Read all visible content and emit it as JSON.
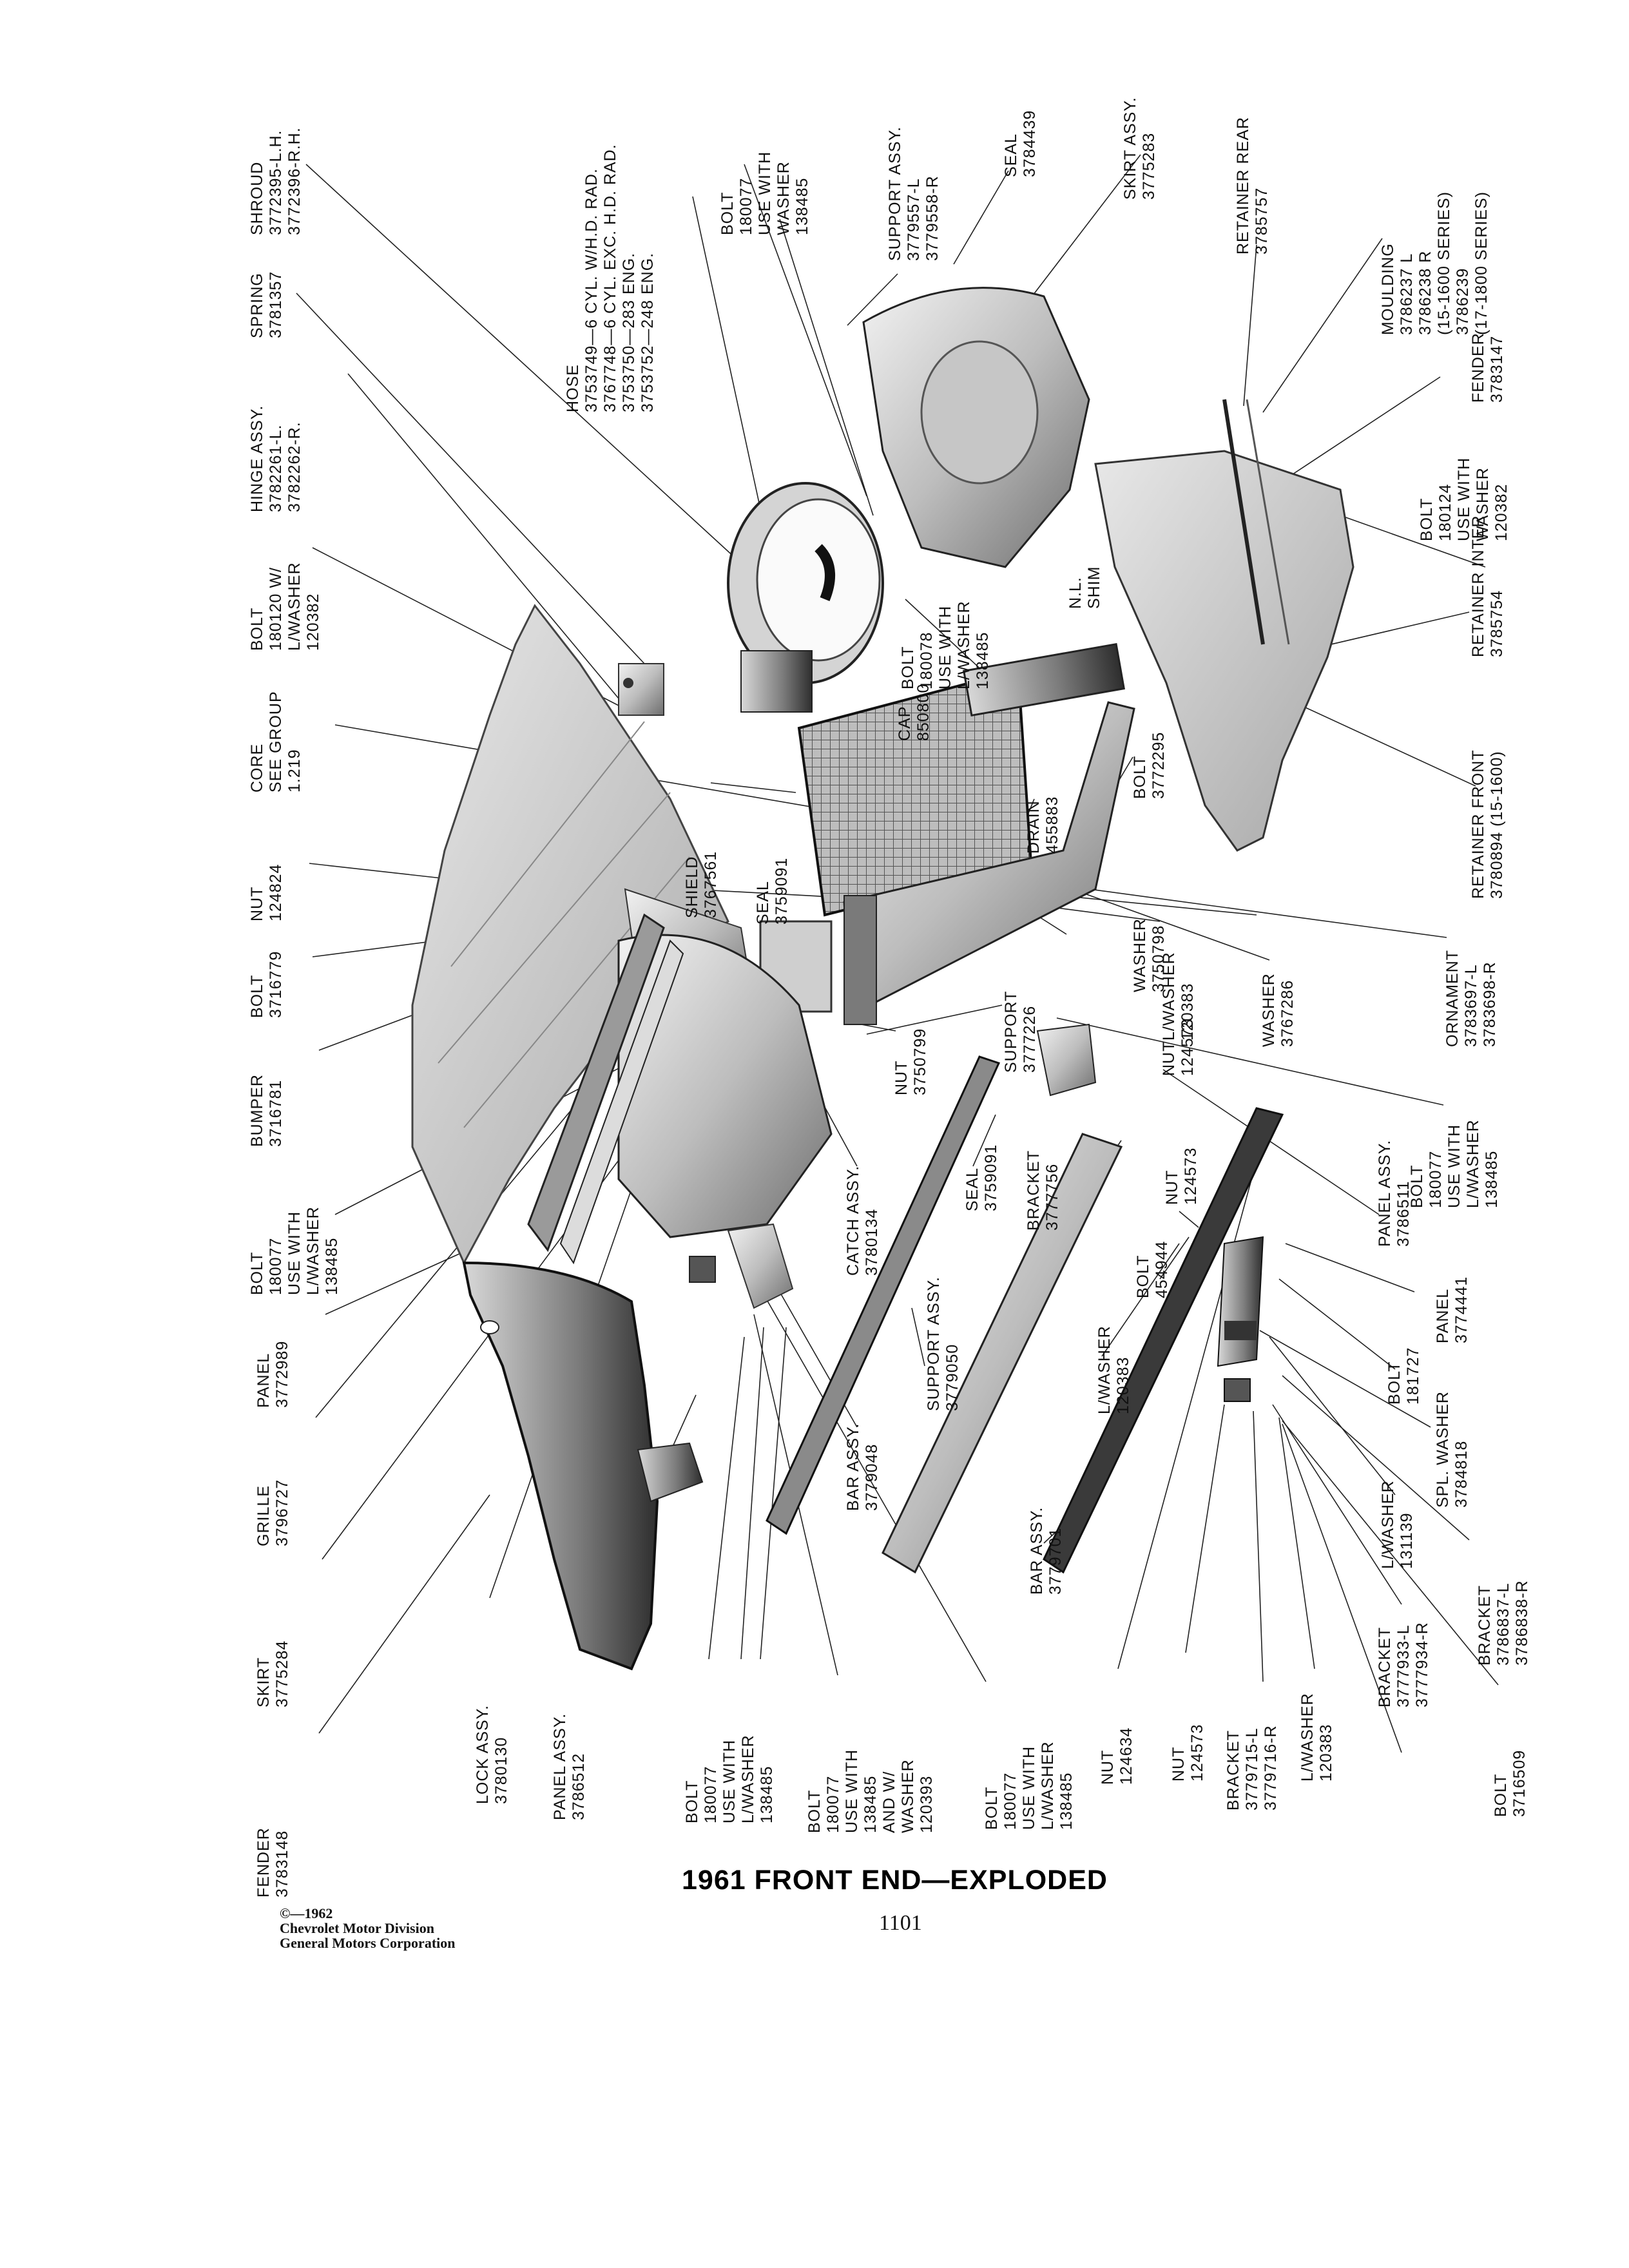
{
  "title": "1961 FRONT END—EXPLODED",
  "page_number": "1101",
  "copyright": [
    "©—1962",
    "Chevrolet Motor Division",
    "General Motors Corporation"
  ],
  "callouts": [
    {
      "id": "shroud",
      "text": "SHROUD\n3772395-L.H.\n3772396-R.H."
    },
    {
      "id": "spring",
      "text": "SPRING\n3781357"
    },
    {
      "id": "hinge-assy",
      "text": "HINGE ASSY.\n3782261-L.\n3782262-R."
    },
    {
      "id": "bolt-180120",
      "text": "BOLT\n180120 W/\nL/WASHER\n120382"
    },
    {
      "id": "core",
      "text": "CORE\nSEE GROUP\n1.219"
    },
    {
      "id": "nut-124824",
      "text": "NUT\n124824"
    },
    {
      "id": "bolt-3716779",
      "text": "BOLT\n3716779"
    },
    {
      "id": "bumper",
      "text": "BUMPER\n3716781"
    },
    {
      "id": "bolt-180077-top",
      "text": "BOLT\n180077\nUSE WITH\nL/WASHER\n138485"
    },
    {
      "id": "panel-3772989",
      "text": "PANEL\n3772989"
    },
    {
      "id": "grille",
      "text": "GRILLE\n3796727"
    },
    {
      "id": "skirt-3775284",
      "text": "SKIRT\n3775284"
    },
    {
      "id": "fender-3783148",
      "text": "FENDER\n3783148"
    },
    {
      "id": "hose",
      "text": "HOSE\n3753749—6 CYL. W/H.D. RAD.\n3767748—6 CYL. EXC. H.D. RAD.\n3753750—283 ENG.\n3753752—248 ENG."
    },
    {
      "id": "bolt-180077-hose",
      "text": "BOLT\n180077\nUSE WITH\nWASHER\n138485"
    },
    {
      "id": "support-assy-3779557",
      "text": "SUPPORT ASSY.\n3779557-L\n3779558-R"
    },
    {
      "id": "seal-3784439",
      "text": "SEAL\n3784439"
    },
    {
      "id": "skirt-assy-3775283",
      "text": "SKIRT ASSY.\n3775283"
    },
    {
      "id": "retainer-rear",
      "text": "RETAINER REAR\n3785757"
    },
    {
      "id": "moulding",
      "text": "MOULDING\n3786237 L\n3786238 R\n(15-1600 SERIES)\n3786239\n(17-1800 SERIES)"
    },
    {
      "id": "fender-37831",
      "text": "FENDER\n3783147"
    },
    {
      "id": "bolt-180124",
      "text": "BOLT\n180124\nUSE WITH\nWASHER\n120382"
    },
    {
      "id": "retainer-inter",
      "text": "RETAINER INTER\n3785754"
    },
    {
      "id": "nl-shim",
      "text": "N.L.\nSHIM"
    },
    {
      "id": "bolt-180078",
      "text": "BOLT\n180078\nUSE WITH\nL/WASHER\n138485"
    },
    {
      "id": "cap",
      "text": "CAP\n850800"
    },
    {
      "id": "retainer-front",
      "text": "RETAINER FRONT\n3780894 (15-1600)"
    },
    {
      "id": "bolt-3772295",
      "text": "BOLT\n3772295"
    },
    {
      "id": "drain",
      "text": "DRAIN\n455883"
    },
    {
      "id": "shield",
      "text": "SHIELD\n3767561"
    },
    {
      "id": "seal-3759091-top",
      "text": "SEAL\n3759091"
    },
    {
      "id": "ornament",
      "text": "ORNAMENT\n3783697-L\n3783698-R"
    },
    {
      "id": "washer-3767286",
      "text": "WASHER\n3767286"
    },
    {
      "id": "lwasher-120383-mid",
      "text": "L/WASHER\n120383"
    },
    {
      "id": "nut-124573-mid",
      "text": "NUT\n124573"
    },
    {
      "id": "washer-3750798",
      "text": "WASHER\n3750798"
    },
    {
      "id": "support-3777226",
      "text": "SUPPORT\n3777226"
    },
    {
      "id": "nut-3750799",
      "text": "NUT\n3750799"
    },
    {
      "id": "bolt-180077-right",
      "text": "BOLT\n180077\nUSE WITH\nL/WASHER\n138485"
    },
    {
      "id": "panel-assy-3786511",
      "text": "PANEL ASSY.\n3786511"
    },
    {
      "id": "panel-3774441",
      "text": "PANEL\n3774441"
    },
    {
      "id": "catch-assy",
      "text": "CATCH ASSY.\n3780134"
    },
    {
      "id": "seal-3759091-low",
      "text": "SEAL\n3759091"
    },
    {
      "id": "bracket-3777756",
      "text": "BRACKET\n3777756"
    },
    {
      "id": "nut-124573-upper",
      "text": "NUT\n124573"
    },
    {
      "id": "bolt-454944",
      "text": "BOLT\n454944"
    },
    {
      "id": "lwasher-120383-low",
      "text": "L/WASHER\n120383"
    },
    {
      "id": "support-assy-3779050",
      "text": "SUPPORT ASSY.\n3779050"
    },
    {
      "id": "bolt-181727",
      "text": "BOLT\n181727"
    },
    {
      "id": "spl-washer",
      "text": "SPL. WASHER\n3784818"
    },
    {
      "id": "lwasher-131139",
      "text": "L/WASHER\n131139"
    },
    {
      "id": "bar-assy-3779048",
      "text": "BAR ASSY.\n3779048"
    },
    {
      "id": "bar-assy-3779701",
      "text": "BAR ASSY.\n3779701"
    },
    {
      "id": "bracket-3786837",
      "text": "BRACKET\n3786837-L\n3786838-R"
    },
    {
      "id": "bracket-3777933",
      "text": "BRACKET\n3777933-L\n3777934-R"
    },
    {
      "id": "lock-assy",
      "text": "LOCK ASSY.\n3780130"
    },
    {
      "id": "panel-assy-3786512",
      "text": "PANEL ASSY.\n3786512"
    },
    {
      "id": "bolt-180077-bl1",
      "text": "BOLT\n180077\nUSE WITH\nL/WASHER\n138485"
    },
    {
      "id": "bolt-180077-bl2",
      "text": "BOLT\n180077\nUSE WITH\n138485\nAND W/\nWASHER\n120393"
    },
    {
      "id": "bolt-180077-bl3",
      "text": "BOLT\n180077\nUSE WITH\nL/WASHER\n138485"
    },
    {
      "id": "nut-124634",
      "text": "NUT\n124634"
    },
    {
      "id": "nut-124573-low",
      "text": "NUT\n124573"
    },
    {
      "id": "bracket-3779715",
      "text": "BRACKET\n3779715-L\n3779716-R"
    },
    {
      "id": "lwasher-120383-bot",
      "text": "L/WASHER\n120383"
    },
    {
      "id": "bolt-3716509",
      "text": "BOLT\n3716509"
    }
  ]
}
